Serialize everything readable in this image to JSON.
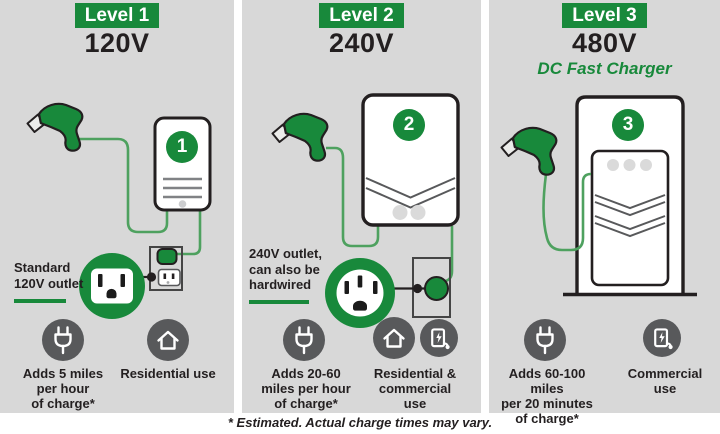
{
  "colors": {
    "accent_green": "#18893b",
    "cable_green": "#4ea15f",
    "panel_bg": "#d8d8d8",
    "icon_circle": "#58595b",
    "ink": "#231f20",
    "line_gray": "#808285",
    "dot_gray": "#d4d5d7"
  },
  "levels": [
    {
      "badge_label": "Level 1",
      "voltage": "120V",
      "device_number": "1",
      "outlet_note_lines": [
        "Standard",
        "120V outlet"
      ],
      "stats": [
        {
          "icon": "plug-icon",
          "lines": [
            "Adds 5 miles",
            "per hour",
            "of charge*"
          ]
        },
        {
          "icon": "house-icon",
          "lines": [
            "Residential use"
          ]
        }
      ]
    },
    {
      "badge_label": "Level 2",
      "voltage": "240V",
      "device_number": "2",
      "outlet_note_lines": [
        "240V outlet,",
        "can also be",
        "hardwired"
      ],
      "stats": [
        {
          "icon": "plug-icon",
          "lines": [
            "Adds 20-60",
            "miles per hour",
            "of charge*"
          ]
        },
        {
          "icon": "house-icon charging-station-icon",
          "lines": [
            "Residential &",
            "commercial",
            "use"
          ]
        }
      ]
    },
    {
      "badge_label": "Level 3",
      "voltage": "480V",
      "subtitle": "DC Fast Charger",
      "device_number": "3",
      "stats": [
        {
          "icon": "plug-icon",
          "lines": [
            "Adds 60-100 miles",
            "per 20 minutes",
            "of charge*"
          ]
        },
        {
          "icon": "charging-station-icon",
          "lines": [
            "Commercial use"
          ]
        }
      ]
    }
  ],
  "footnote": "* Estimated. Actual charge times may vary."
}
